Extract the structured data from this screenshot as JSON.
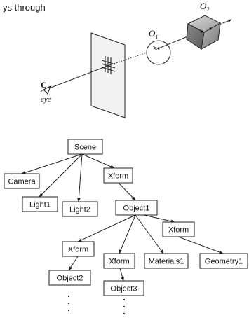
{
  "caption_fragment": "ys through",
  "ray_diagram": {
    "camera_label": "C",
    "eye_label": "eye",
    "object1_label": "O",
    "object1_sub": "1",
    "object2_label": "O",
    "object2_sub": "2"
  },
  "scene_graph": {
    "nodes": [
      {
        "id": "scene",
        "label": "Scene"
      },
      {
        "id": "camera",
        "label": "Camera"
      },
      {
        "id": "light1",
        "label": "Light1"
      },
      {
        "id": "light2",
        "label": "Light2"
      },
      {
        "id": "xform-top",
        "label": "Xform"
      },
      {
        "id": "object1",
        "label": "Object1"
      },
      {
        "id": "xform-left",
        "label": "Xform"
      },
      {
        "id": "xform-mid",
        "label": "Xform"
      },
      {
        "id": "materials1",
        "label": "Materials1"
      },
      {
        "id": "xform-right",
        "label": "Xform"
      },
      {
        "id": "geometry1",
        "label": "Geometry1"
      },
      {
        "id": "object2",
        "label": "Object2"
      },
      {
        "id": "object3",
        "label": "Object3"
      }
    ],
    "edges": [
      [
        "scene",
        "camera"
      ],
      [
        "scene",
        "light1"
      ],
      [
        "scene",
        "light2"
      ],
      [
        "scene",
        "xform-top"
      ],
      [
        "xform-top",
        "object1"
      ],
      [
        "object1",
        "xform-left"
      ],
      [
        "object1",
        "xform-mid"
      ],
      [
        "object1",
        "materials1"
      ],
      [
        "object1",
        "xform-right"
      ],
      [
        "xform-right",
        "geometry1"
      ],
      [
        "xform-left",
        "object2"
      ],
      [
        "xform-mid",
        "object3"
      ]
    ]
  }
}
